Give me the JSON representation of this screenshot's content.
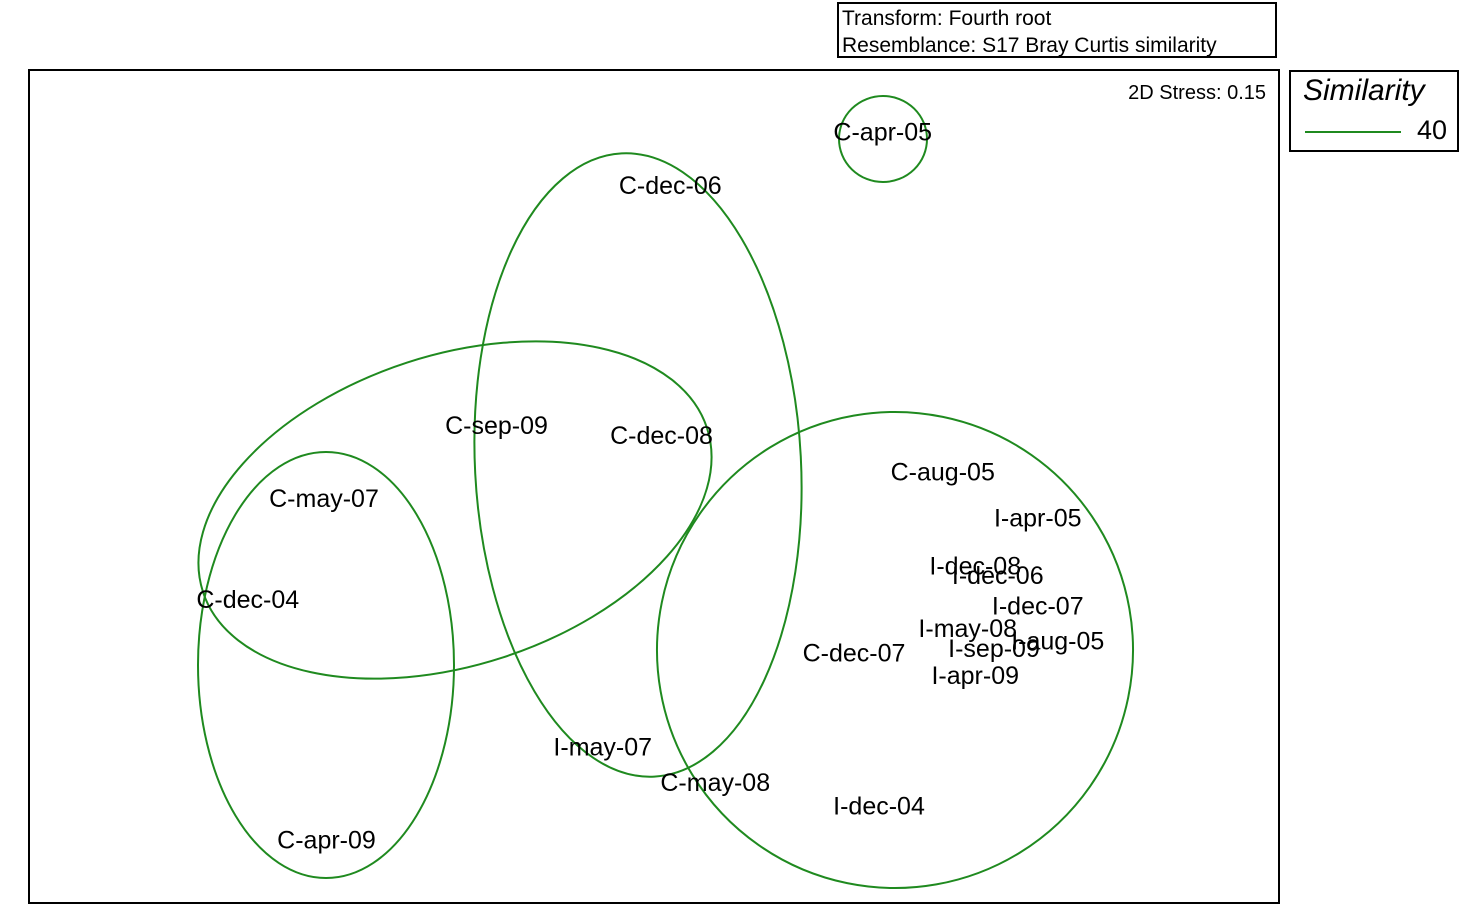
{
  "info": {
    "transform": "Transform: Fourth root",
    "resemblance": "Resemblance:  S17 Bray  Curtis similarity"
  },
  "stress": "2D Stress: 0.15",
  "legend": {
    "title": "Similarity",
    "entries": [
      {
        "label": "40",
        "color": "#1f8a1f"
      }
    ]
  },
  "chart_data": {
    "type": "scatter",
    "title": "",
    "xlabel": "",
    "ylabel": "",
    "grid": false,
    "legend_placement": "top-right, outside plot",
    "note": "nMDS ordination; axes unscaled, coordinates read as labeled positions on a relative 0-1 scale",
    "xlim": [
      0,
      1
    ],
    "ylim": [
      0,
      1
    ],
    "points": [
      {
        "label": "C-apr-05",
        "x": 0.683,
        "y": 0.926
      },
      {
        "label": "C-dec-06",
        "x": 0.513,
        "y": 0.862
      },
      {
        "label": "C-sep-09",
        "x": 0.374,
        "y": 0.574
      },
      {
        "label": "C-dec-08",
        "x": 0.506,
        "y": 0.562
      },
      {
        "label": "C-may-07",
        "x": 0.236,
        "y": 0.486
      },
      {
        "label": "C-dec-04",
        "x": 0.175,
        "y": 0.365
      },
      {
        "label": "C-aug-05",
        "x": 0.731,
        "y": 0.518
      },
      {
        "label": "I-apr-05",
        "x": 0.807,
        "y": 0.463
      },
      {
        "label": "I-dec-08",
        "x": 0.757,
        "y": 0.405
      },
      {
        "label": "I-dec-06",
        "x": 0.775,
        "y": 0.394
      },
      {
        "label": "I-dec-07",
        "x": 0.807,
        "y": 0.357
      },
      {
        "label": "I-may-08",
        "x": 0.751,
        "y": 0.33
      },
      {
        "label": "I-aug-05",
        "x": 0.823,
        "y": 0.315
      },
      {
        "label": "I-sep-09",
        "x": 0.772,
        "y": 0.306
      },
      {
        "label": "C-dec-07",
        "x": 0.66,
        "y": 0.301
      },
      {
        "label": "I-apr-09",
        "x": 0.757,
        "y": 0.274
      },
      {
        "label": "I-may-07",
        "x": 0.459,
        "y": 0.188
      },
      {
        "label": "C-may-08",
        "x": 0.549,
        "y": 0.145
      },
      {
        "label": "I-dec-04",
        "x": 0.68,
        "y": 0.117
      },
      {
        "label": "C-apr-09",
        "x": 0.238,
        "y": 0.076
      }
    ],
    "similarity_groups": [
      {
        "level": 40,
        "members": [
          "C-apr-05"
        ]
      },
      {
        "level": 40,
        "members": [
          "C-dec-06",
          "C-sep-09",
          "C-dec-08",
          "I-may-07"
        ]
      },
      {
        "level": 40,
        "members": [
          "C-sep-09",
          "C-dec-08",
          "C-may-07",
          "C-dec-04"
        ]
      },
      {
        "level": 40,
        "members": [
          "C-may-07",
          "C-dec-04",
          "C-apr-09"
        ]
      },
      {
        "level": 40,
        "members": [
          "C-aug-05",
          "I-apr-05",
          "I-dec-08",
          "I-dec-06",
          "I-dec-07",
          "I-may-08",
          "I-aug-05",
          "I-sep-09",
          "C-dec-07",
          "I-apr-09",
          "C-may-08",
          "I-dec-04"
        ]
      }
    ]
  }
}
